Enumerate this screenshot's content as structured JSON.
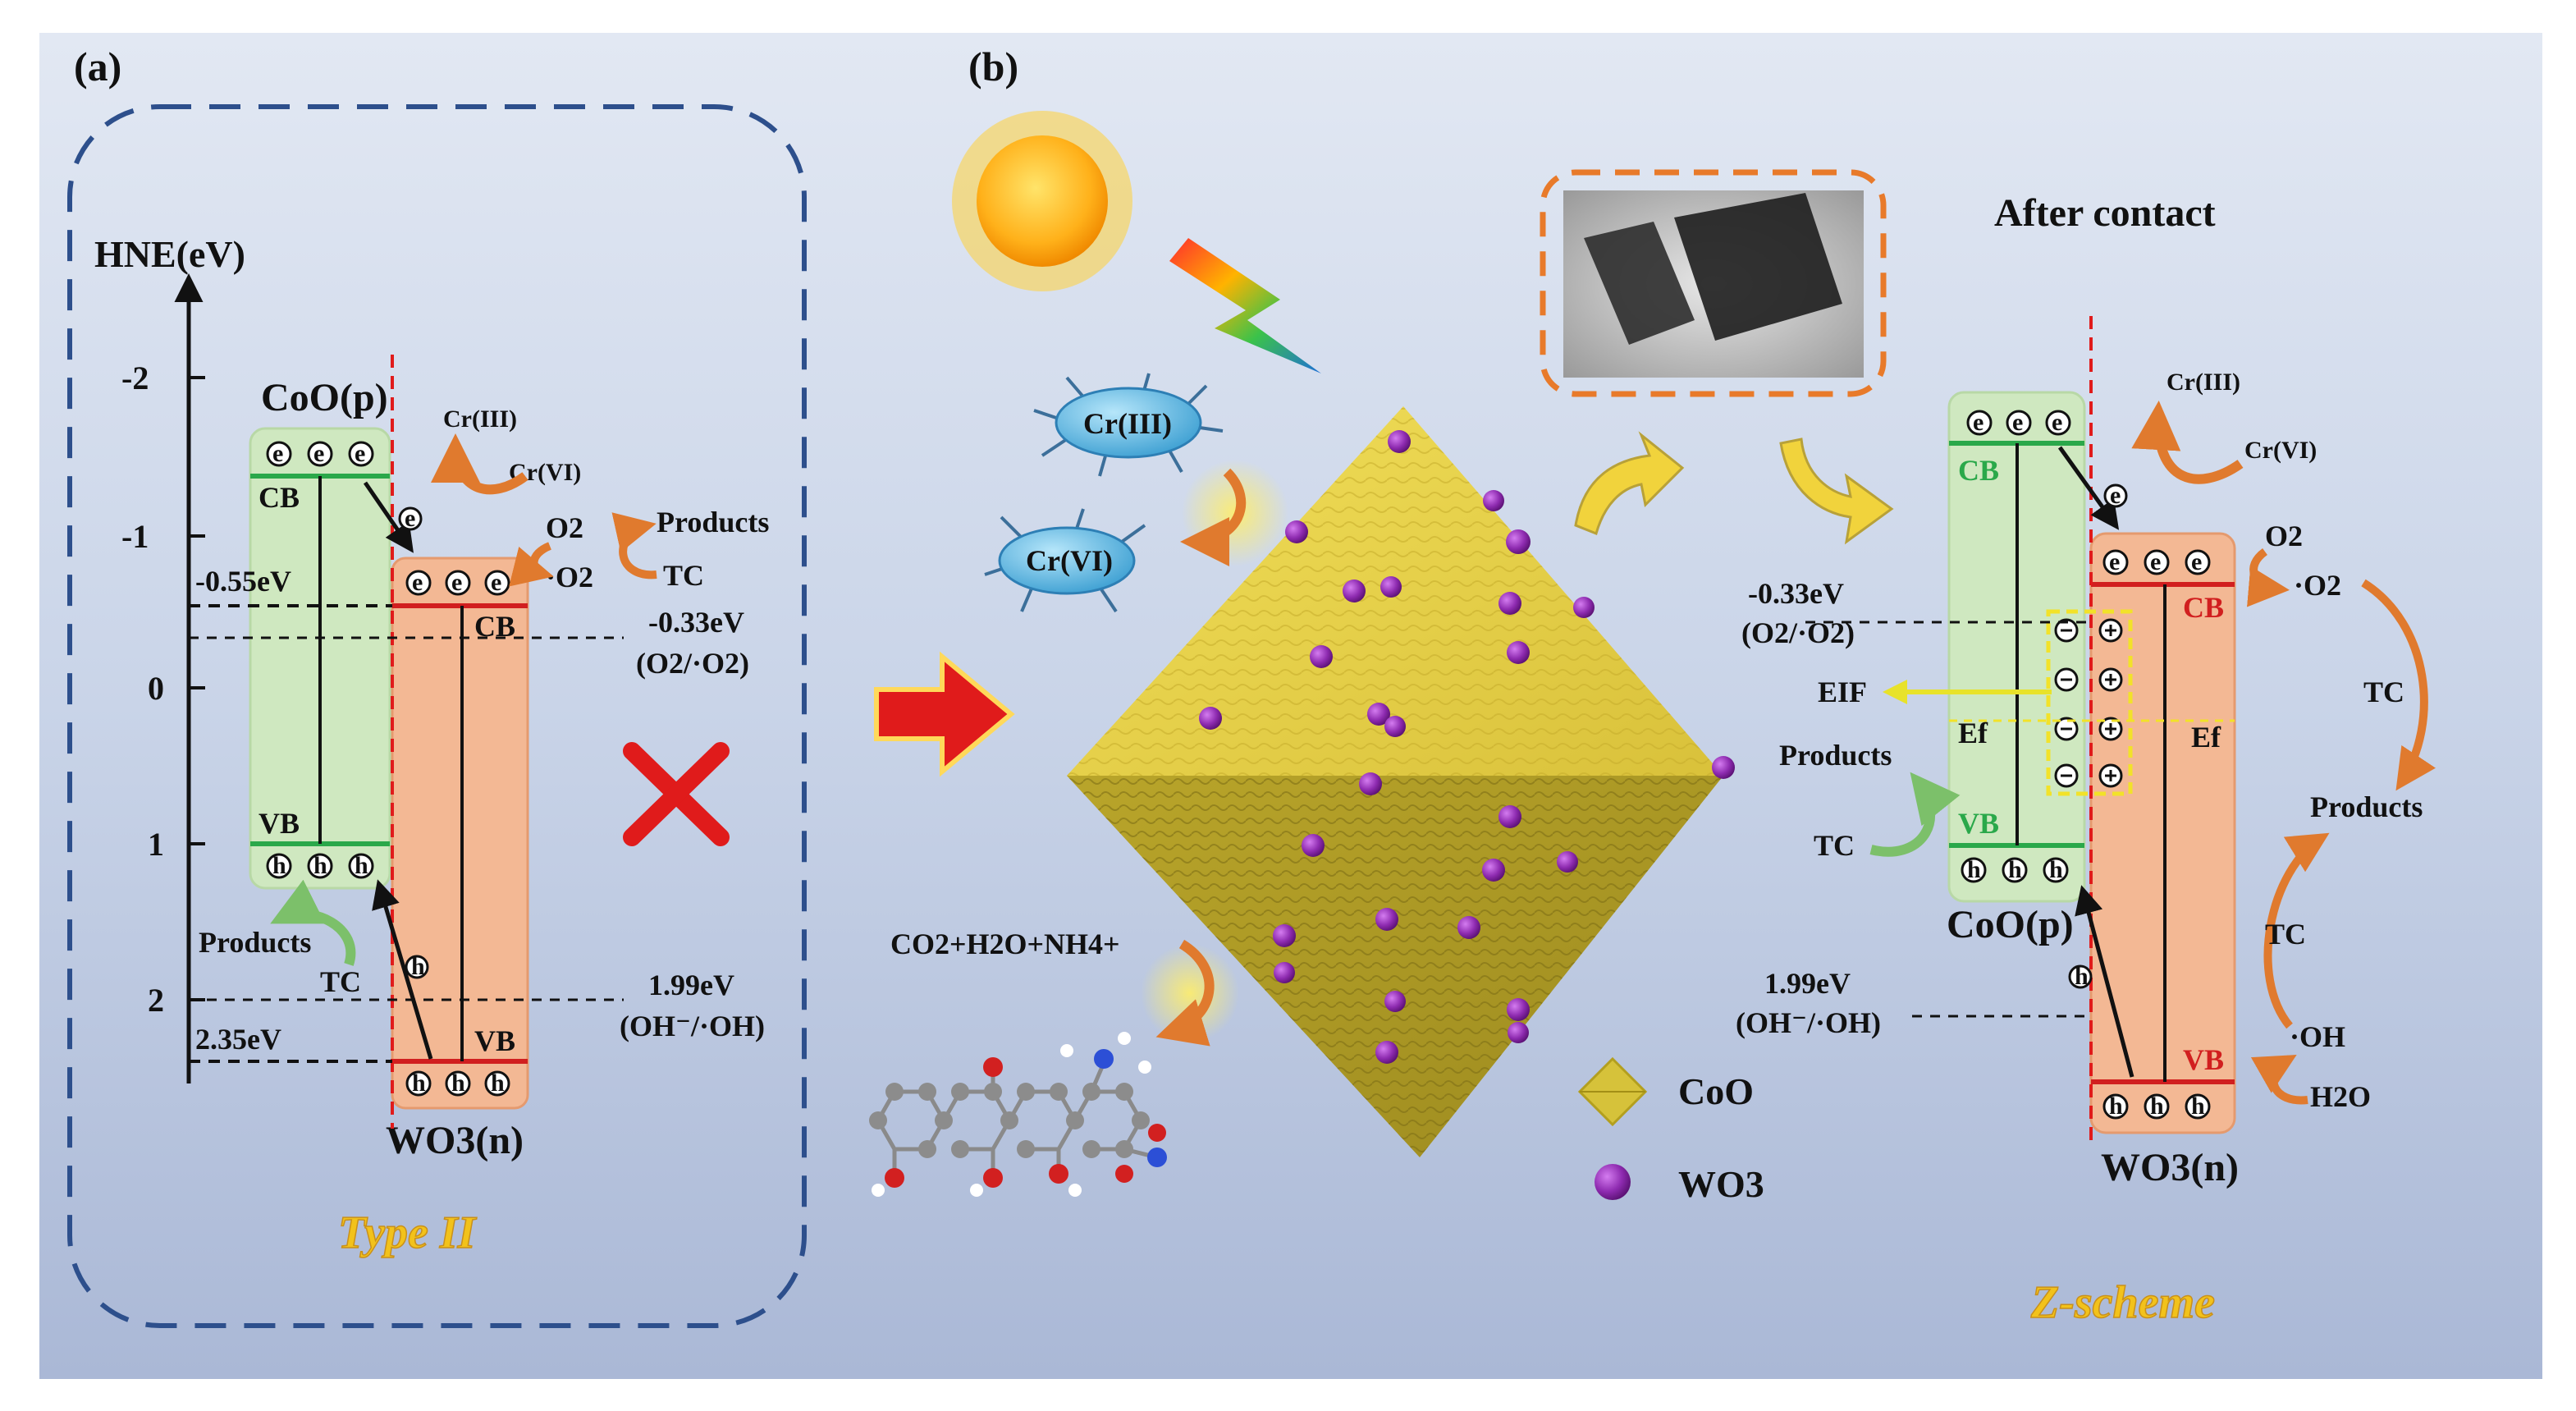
{
  "panels": {
    "a": "(a)",
    "b": "(b)"
  },
  "panel_a": {
    "axis_title": "HNE(eV)",
    "ticks": [
      "-2",
      "-1",
      "0",
      "1",
      "2"
    ],
    "coo_label": "CoO(p)",
    "wo3_label": "WO3(n)",
    "cb": "CB",
    "vb": "VB",
    "e_sym": "e",
    "h_sym": "h",
    "cb_coo_value": "-0.55eV",
    "vb_wo3_value": "2.35eV",
    "o2_potential": "-0.33eV",
    "o2_couple": "(O2/·O2)",
    "oh_potential": "1.99eV",
    "oh_couple": "(OH⁻/·OH)",
    "cr3": "Cr(III)",
    "cr6": "Cr(VI)",
    "o2": "O2",
    "o2_rad": "·O2",
    "products": "Products",
    "tc": "TC",
    "scheme": "Type II"
  },
  "panel_b": {
    "cr3": "Cr(III)",
    "cr6": "Cr(VI)",
    "products_mol": "CO2+H2O+NH4+",
    "legend": [
      {
        "label": "CoO",
        "color": "#d6c23a"
      },
      {
        "label": "WO3",
        "color": "#8a2aa3"
      }
    ]
  },
  "panel_c": {
    "title": "After contact",
    "cr3": "Cr(III)",
    "cr6": "Cr(VI)",
    "o2": "O2",
    "o2_rad": "·O2",
    "o2_potential": "-0.33eV",
    "o2_couple": "(O2/·O2)",
    "eif": "EIF",
    "ef": "Ef",
    "products": "Products",
    "tc": "TC",
    "cb": "CB",
    "vb": "VB",
    "coo_label": "CoO(p)",
    "wo3_label": "WO3(n)",
    "oh_potential": "1.99eV",
    "oh_couple": "(OH⁻/·OH)",
    "oh_rad": "·OH",
    "h2o": "H2O",
    "scheme": "Z-scheme"
  },
  "colors": {
    "coo_band": "#cfe8c0",
    "wo3_band": "#f3b894",
    "cb_line_green": "#2aa84a",
    "cb_line_red": "#d11f1f",
    "arrow_orange": "#e07a2e",
    "dashed_blue": "#2d4f8c",
    "cross_red": "#e01b1b"
  }
}
